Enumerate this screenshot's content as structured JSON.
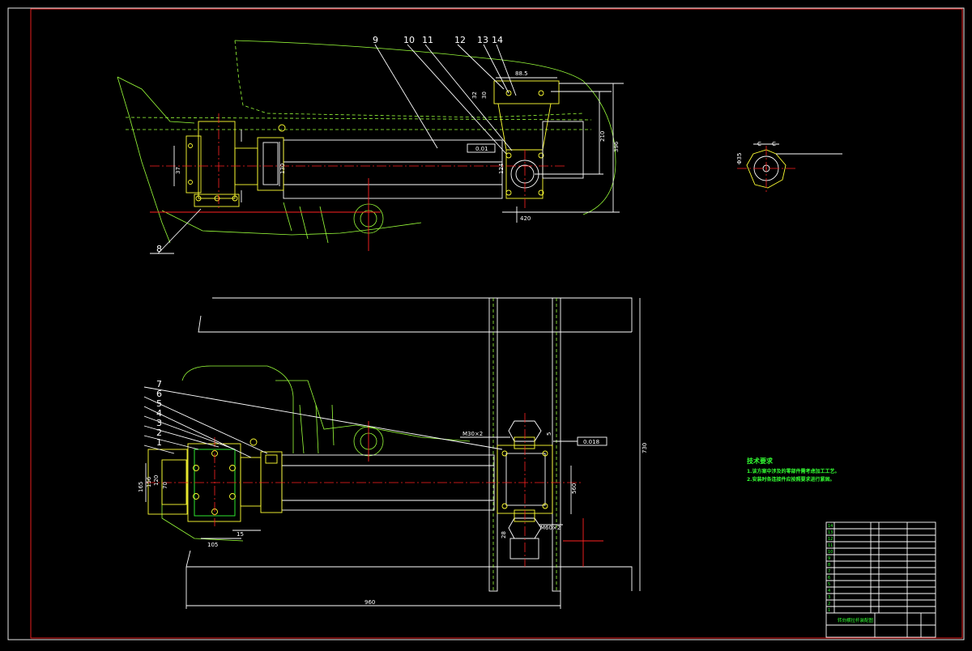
{
  "part_labels": [
    "9",
    "10",
    "11",
    "12",
    "13",
    "14",
    "8",
    "7",
    "6",
    "5",
    "4",
    "3",
    "2",
    "1"
  ],
  "dimensions": {
    "top_w1": "88.5",
    "top_h1": "30",
    "top_h2": "32",
    "top_v210": "210",
    "top_v396": "396",
    "top_tol": "0.01",
    "top_d130": "130",
    "top_d37": "37",
    "top_d124": "124",
    "top_d420": "420",
    "bot_m30": "M30×2",
    "bot_m60": "M60×2",
    "bot_d165": "165",
    "bot_d156": "156",
    "bot_d120": "120",
    "bot_d70": "70",
    "bot_d105": "105",
    "bot_d15": "15",
    "bot_d560": "560",
    "bot_d28": "28",
    "bot_d5": "5",
    "bot_tol": "0.018",
    "bot_v730": "730",
    "bot_h960": "960",
    "sec_d": "Φ35",
    "sec_c": "C"
  },
  "tech_notes": {
    "title": "技术要求",
    "line1": "1.该方案中涉及的零部件需考虑加工工艺。",
    "line2": "2.安装时各连接件应按照要求进行紧固。"
  },
  "title_block": {
    "drawing_name": "转向横拉杆装配图",
    "rows": [
      "14",
      "13",
      "12",
      "11",
      "10",
      "9",
      "8",
      "7",
      "6",
      "5",
      "4",
      "3",
      "2",
      "1"
    ]
  },
  "colors": {
    "background": "#000000",
    "frame": "#ff2222",
    "outline": "#ffffff",
    "part": "#ffff33",
    "dimension": "#9aff3a",
    "center": "#ff2222",
    "text": "#33ff33"
  }
}
